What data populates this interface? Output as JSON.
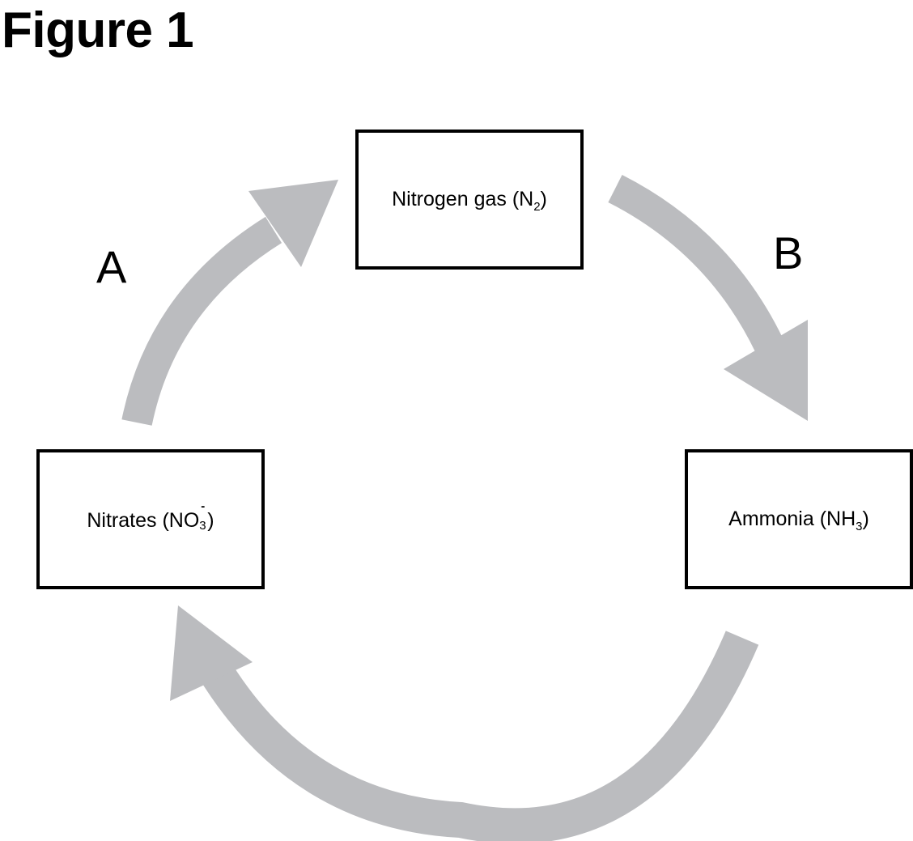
{
  "title": "Figure 1",
  "nodes": {
    "nitrogen": {
      "name": "Nitrogen gas (N",
      "sub": "2",
      "close": ")"
    },
    "nitrates": {
      "name": "Nitrates (NO",
      "sub": "3",
      "sup": "-",
      "close": ")"
    },
    "ammonia": {
      "name": "Ammonia (NH",
      "sub": "3",
      "close": ")"
    }
  },
  "arrow_labels": {
    "a": "A",
    "b": "B"
  },
  "colors": {
    "arrow": "#bbbcbf",
    "box_border": "#000000",
    "text": "#000000",
    "background": "#ffffff"
  }
}
